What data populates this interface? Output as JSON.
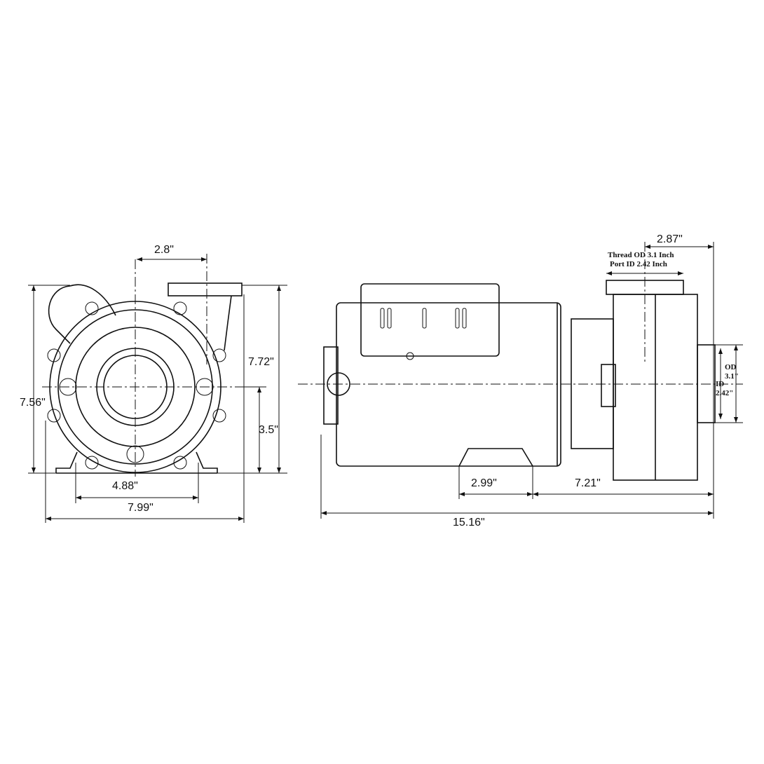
{
  "front_view": {
    "dims": {
      "port_offset": "2.8\"",
      "height_left": "7.56\"",
      "height_right": "7.72\"",
      "shaft_height": "3.5\"",
      "foot_spacing": "4.88\"",
      "overall_width": "7.99\""
    }
  },
  "side_view": {
    "dims": {
      "port_to_face": "2.87\"",
      "foot_length": "2.99\"",
      "foot_to_face": "7.21\"",
      "overall_length": "15.16\""
    },
    "notes": {
      "thread_od": "Thread OD 3.1 Inch",
      "port_id": "Port ID 2.42 Inch",
      "od_label": "OD",
      "od_value": "3.1\"",
      "id_label": "ID",
      "id_value": "2.42\""
    }
  }
}
